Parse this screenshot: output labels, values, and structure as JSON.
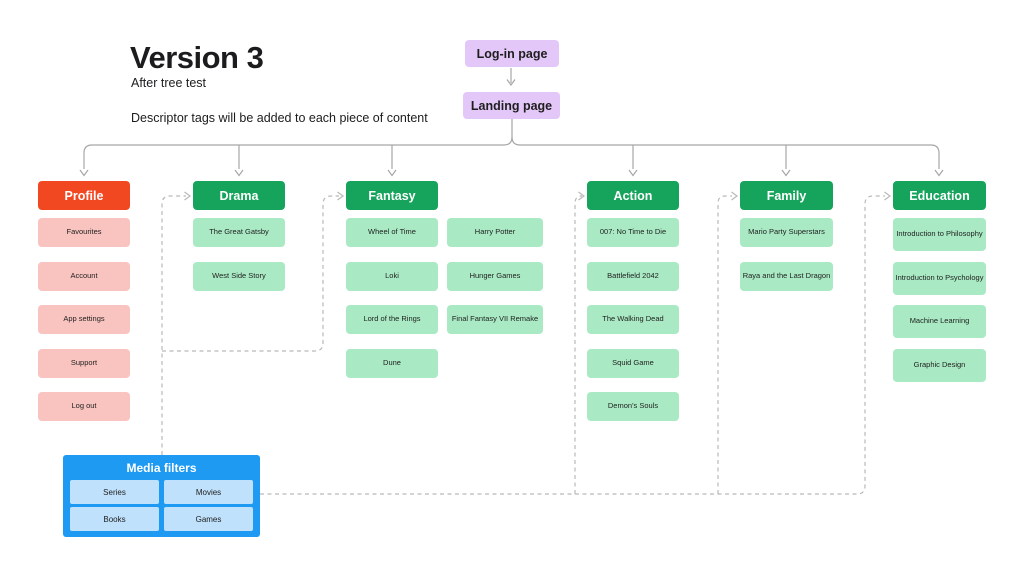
{
  "page": {
    "title": "Version 3",
    "subtitle": "After tree test",
    "note": "Descriptor tags will be added to each piece of content"
  },
  "flow_nodes": {
    "login": "Log-in page",
    "landing": "Landing page"
  },
  "categories": [
    {
      "id": "profile",
      "label": "Profile",
      "accent": "#F24822",
      "item_fill": "#F9C4BF",
      "columns": [
        [
          "Favourites",
          "Account",
          "App settings",
          "Support",
          "Log out"
        ]
      ]
    },
    {
      "id": "drama",
      "label": "Drama",
      "accent": "#16A45C",
      "item_fill": "#A9EAC4",
      "columns": [
        [
          "The Great Gatsby",
          "West Side Story"
        ]
      ]
    },
    {
      "id": "fantasy",
      "label": "Fantasy",
      "accent": "#16A45C",
      "item_fill": "#A9EAC4",
      "columns": [
        [
          "Wheel of Time",
          "Loki",
          "Lord of the Rings",
          "Dune"
        ],
        [
          "Harry Potter",
          "Hunger Games",
          "Final Fantasy VII Remake"
        ]
      ]
    },
    {
      "id": "action",
      "label": "Action",
      "accent": "#16A45C",
      "item_fill": "#A9EAC4",
      "columns": [
        [
          "007: No Time to Die",
          "Battlefield 2042",
          "The Walking Dead",
          "Squid Game",
          "Demon's Souls"
        ]
      ]
    },
    {
      "id": "family",
      "label": "Family",
      "accent": "#16A45C",
      "item_fill": "#A9EAC4",
      "columns": [
        [
          "Mario Party Superstars",
          "Raya and the Last Dragon"
        ]
      ]
    },
    {
      "id": "education",
      "label": "Education",
      "accent": "#16A45C",
      "item_fill": "#A9EAC4",
      "columns": [
        [
          "Introduction to Philosophy",
          "Introduction to Psychology",
          "Machine Learning",
          "Graphic Design"
        ]
      ]
    }
  ],
  "media_filters": {
    "title": "Media filters",
    "buttons": [
      "Series",
      "Movies",
      "Books",
      "Games"
    ],
    "fill": "#1E9AF3",
    "button_fill": "#BFE1FB"
  },
  "colors": {
    "solid_connector": "#A6A6A6",
    "dashed_connector": "#B9B9B9",
    "flow_node_fill": "#E4C7F9",
    "text_dark": "#1E1E1E"
  }
}
